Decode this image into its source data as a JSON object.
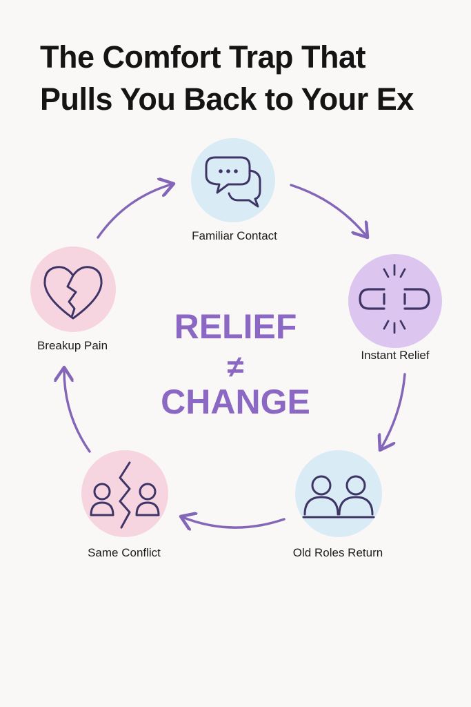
{
  "title": {
    "line1": "The Comfort Trap That",
    "line2": "Pulls You Back to Your Ex"
  },
  "center": {
    "line1": "RELIEF",
    "line2": "≠",
    "line3": "CHANGE"
  },
  "cycle": {
    "nodes": [
      {
        "label": "Familiar Contact",
        "icon": "chat-bubbles-icon",
        "color": "#d9ebf5"
      },
      {
        "label": "Instant Relief",
        "icon": "broken-chain-icon",
        "color": "#dcc6ef"
      },
      {
        "label": "Old Roles Return",
        "icon": "two-people-icon",
        "color": "#d9ebf5"
      },
      {
        "label": "Same Conflict",
        "icon": "split-people-icon",
        "color": "#f6d5e1"
      },
      {
        "label": "Breakup Pain",
        "icon": "broken-heart-icon",
        "color": "#f6d5e1"
      }
    ]
  },
  "colors": {
    "accent": "#8a68c4",
    "arrow": "#8466b8",
    "icon_stroke": "#3e3466",
    "background": "#faf8f6"
  }
}
